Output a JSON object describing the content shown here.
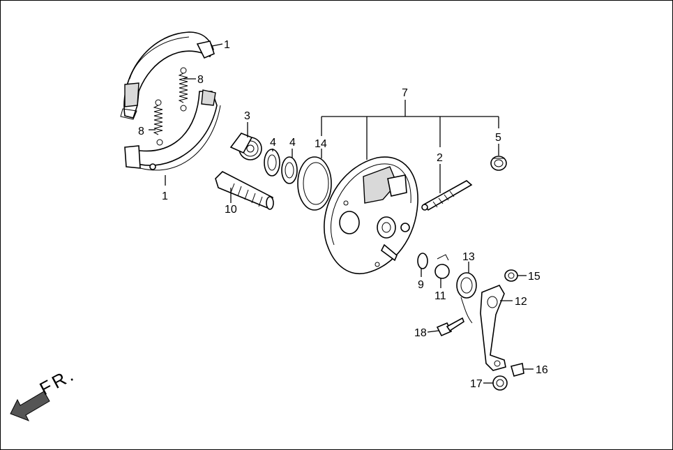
{
  "callouts": {
    "c1_top": "1",
    "c1_bottom": "1",
    "c2": "2",
    "c3": "3",
    "c4a": "4",
    "c4b": "4",
    "c5": "5",
    "c7": "7",
    "c8a": "8",
    "c8b": "8",
    "c9": "9",
    "c10": "10",
    "c11": "11",
    "c12": "12",
    "c13": "13",
    "c14": "14",
    "c15": "15",
    "c16": "16",
    "c17": "17",
    "c18": "18"
  },
  "direction": {
    "label": "FR.",
    "icon": "front-arrow-icon"
  }
}
